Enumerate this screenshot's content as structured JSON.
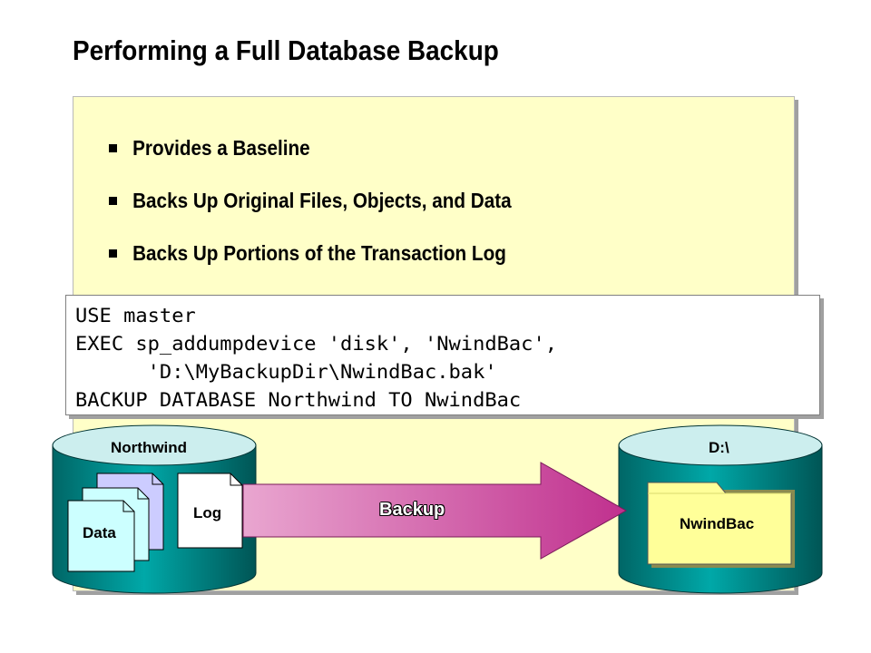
{
  "title": "Performing a Full Database Backup",
  "bullets": [
    "Provides a Baseline",
    "Backs Up Original Files, Objects, and Data",
    "Backs Up Portions of the Transaction Log"
  ],
  "code": [
    "USE master",
    "EXEC sp_addumpdevice 'disk', 'NwindBac',",
    "      'D:\\MyBackupDir\\NwindBac.bak'",
    "BACKUP DATABASE Northwind TO NwindBac"
  ],
  "diagram": {
    "source_db": "Northwind",
    "data_file": "Data",
    "log_file": "Log",
    "arrow_label": "Backup",
    "dest_drive": "D:\\",
    "dest_folder": "NwindBac"
  },
  "colors": {
    "panel": "#ffffc8",
    "cylinder": "#009999",
    "cylinder_top": "#cceeee",
    "arrow": "#cc3399",
    "data_front": "#ccffff",
    "data_back": "#ccccff",
    "folder": "#ffff99"
  }
}
